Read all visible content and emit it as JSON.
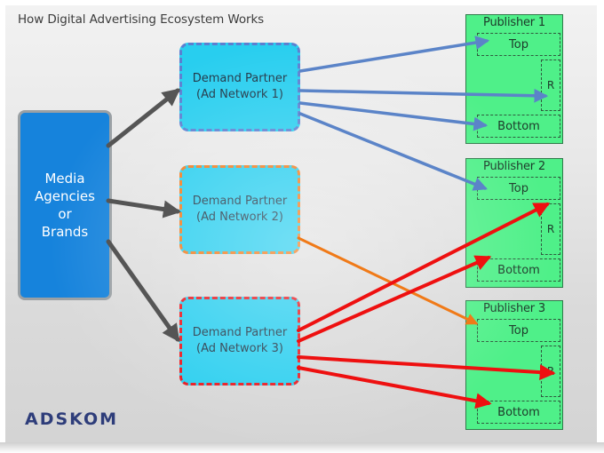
{
  "title": "How Digital Advertising Ecosystem Works",
  "source": {
    "label": "Media\nAgencies\nor\nBrands"
  },
  "demand_partners": [
    {
      "label": "Demand Partner\n(Ad Network 1)",
      "border_color": "#5b7fd1"
    },
    {
      "label": "Demand Partner\n(Ad Network 2)",
      "border_color": "#f17a1c"
    },
    {
      "label": "Demand Partner\n(Ad Network 3)",
      "border_color": "#e8141b"
    }
  ],
  "publishers": [
    {
      "name": "Publisher 1",
      "slots": {
        "top": "Top",
        "right": "R",
        "bottom": "Bottom"
      }
    },
    {
      "name": "Publisher 2",
      "slots": {
        "top": "Top",
        "right": "R",
        "bottom": "Bottom"
      }
    },
    {
      "name": "Publisher 3",
      "slots": {
        "top": "Top",
        "right": "R",
        "bottom": "Bottom"
      }
    }
  ],
  "logo": {
    "text": "ADSKOM"
  },
  "colors": {
    "source_fill": "#1683dc",
    "demand_fill": "#28ceef",
    "publisher_fill": "#4ff089",
    "arrow_gray": "#555555",
    "arrow_blue": "#5b84c8",
    "arrow_orange": "#f07a18",
    "arrow_red": "#ee1010"
  },
  "connections": [
    {
      "from": "source",
      "to": "dp1",
      "color": "gray"
    },
    {
      "from": "source",
      "to": "dp2",
      "color": "gray"
    },
    {
      "from": "source",
      "to": "dp3",
      "color": "gray"
    },
    {
      "from": "dp1",
      "to": "pub1-top",
      "color": "blue"
    },
    {
      "from": "dp1",
      "to": "pub1-right",
      "color": "blue"
    },
    {
      "from": "dp1",
      "to": "pub1-bottom",
      "color": "blue"
    },
    {
      "from": "dp1",
      "to": "pub2-top",
      "color": "blue"
    },
    {
      "from": "dp2",
      "to": "pub3-top",
      "color": "orange"
    },
    {
      "from": "dp3",
      "to": "pub2-right",
      "color": "red"
    },
    {
      "from": "dp3",
      "to": "pub2-bottom",
      "color": "red"
    },
    {
      "from": "dp3",
      "to": "pub3-right",
      "color": "red"
    },
    {
      "from": "dp3",
      "to": "pub3-bottom",
      "color": "red"
    }
  ]
}
